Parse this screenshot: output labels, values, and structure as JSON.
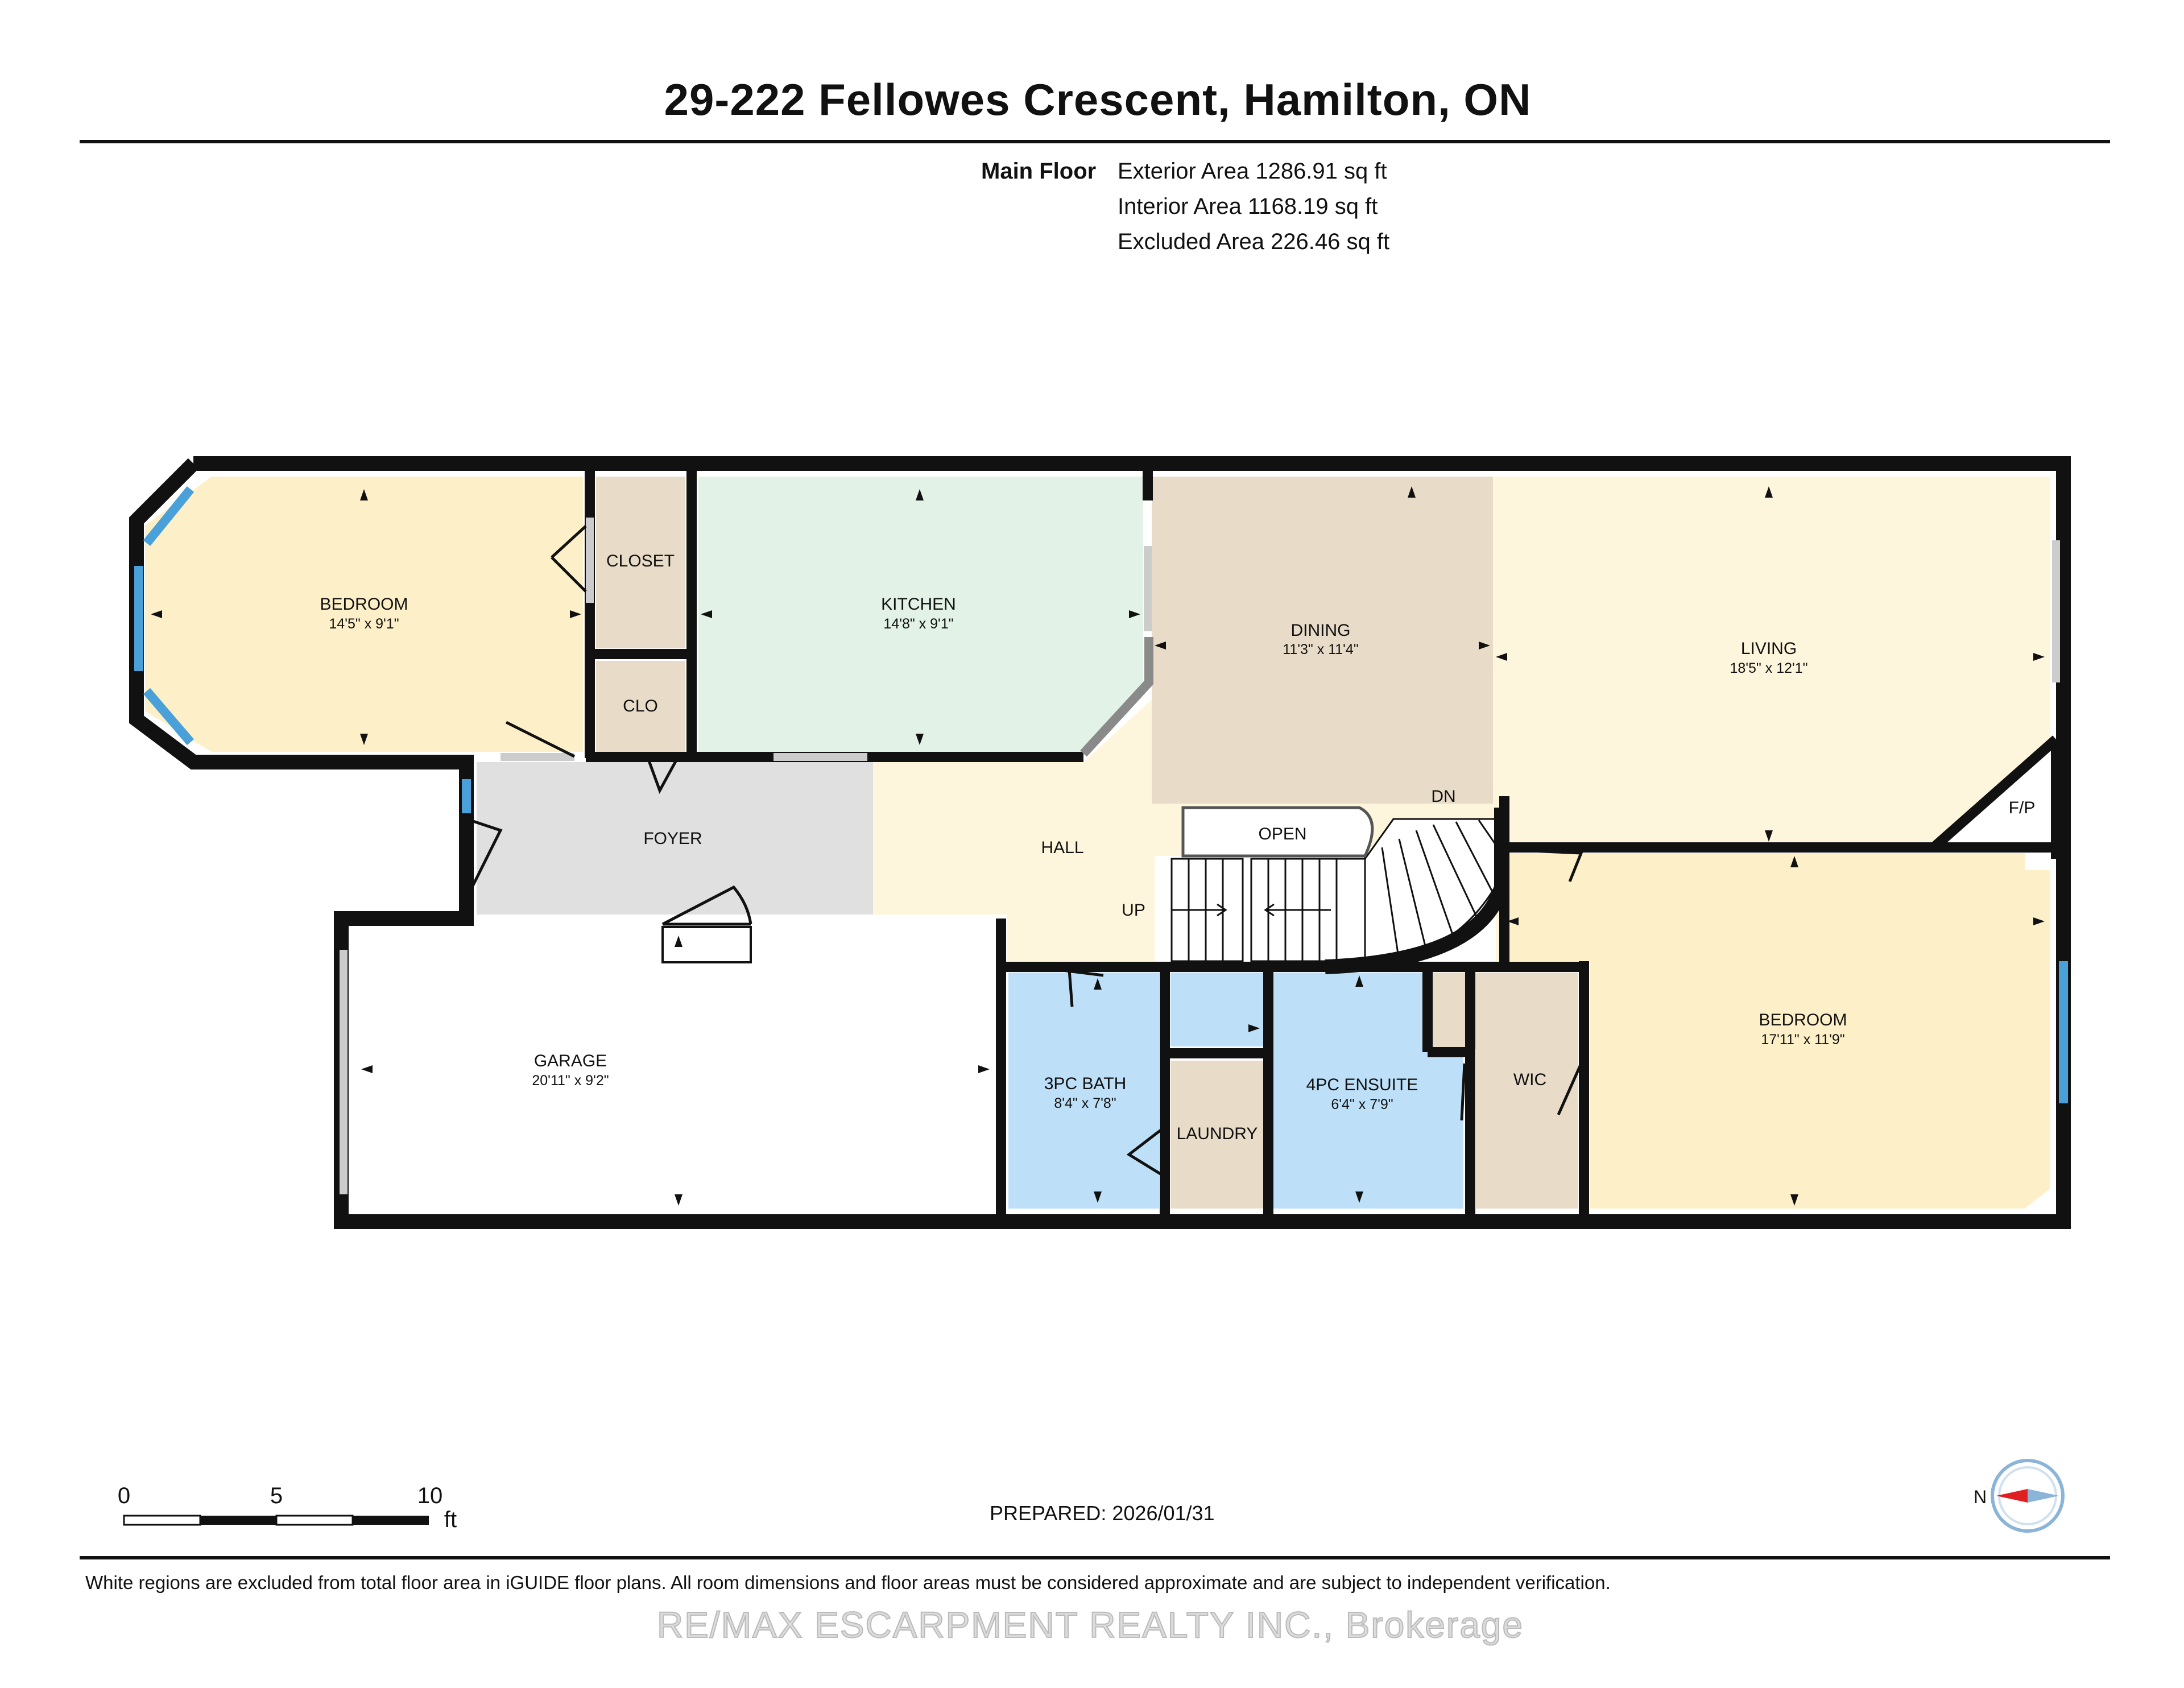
{
  "title": "29-222 Fellowes Crescent, Hamilton, ON",
  "floor": {
    "label": "Main Floor",
    "exterior_area": "Exterior Area 1286.91 sq ft",
    "interior_area": "Interior Area 1168.19 sq ft",
    "excluded_area": "Excluded Area 226.46 sq ft"
  },
  "rooms": {
    "bedroom1": {
      "name": "BEDROOM",
      "dims": "14'5\" x 9'1\""
    },
    "closet": {
      "name": "CLOSET"
    },
    "clo": {
      "name": "CLO"
    },
    "kitchen": {
      "name": "KITCHEN",
      "dims": "14'8\" x 9'1\""
    },
    "dining": {
      "name": "DINING",
      "dims": "11'3\" x 11'4\""
    },
    "living": {
      "name": "LIVING",
      "dims": "18'5\" x 12'1\""
    },
    "fp": {
      "name": "F/P"
    },
    "foyer": {
      "name": "FOYER"
    },
    "hall": {
      "name": "HALL"
    },
    "open": {
      "name": "OPEN"
    },
    "dn": {
      "name": "DN"
    },
    "up": {
      "name": "UP"
    },
    "garage": {
      "name": "GARAGE",
      "dims": "20'11\" x 9'2\""
    },
    "bath3": {
      "name": "3PC BATH",
      "dims": "8'4\" x 7'8\""
    },
    "laundry": {
      "name": "LAUNDRY"
    },
    "ensuite": {
      "name": "4PC ENSUITE",
      "dims": "6'4\" x 7'9\""
    },
    "wic": {
      "name": "WIC"
    },
    "bedroom2": {
      "name": "BEDROOM",
      "dims": "17'11\" x 11'9\""
    }
  },
  "scale": {
    "labels": [
      "0",
      "5",
      "10"
    ],
    "unit": "ft"
  },
  "compass": {
    "letter": "N",
    "needle_color": "#e02020",
    "ring_color": "#8ab4d8"
  },
  "prepared": "PREPARED: 2026/01/31",
  "footer_note": "White regions are excluded from total floor area in iGUIDE floor plans. All room dimensions and floor areas must be considered approximate and are subject to independent verification.",
  "watermark": "RE/MAX ESCARPMENT REALTY INC., Brokerage",
  "colors": {
    "wall": "#111111",
    "bedroom": "#fdf0c8",
    "closet": "#e8dcc8",
    "kitchen": "#e2f2e6",
    "dining": "#e8dcc8",
    "living": "#fdf6dc",
    "hall": "#fdf6dc",
    "foyer": "#e0e0e0",
    "bath": "#bde0f8",
    "laundry": "#e8dcc8",
    "window": "#4aa0d8"
  }
}
